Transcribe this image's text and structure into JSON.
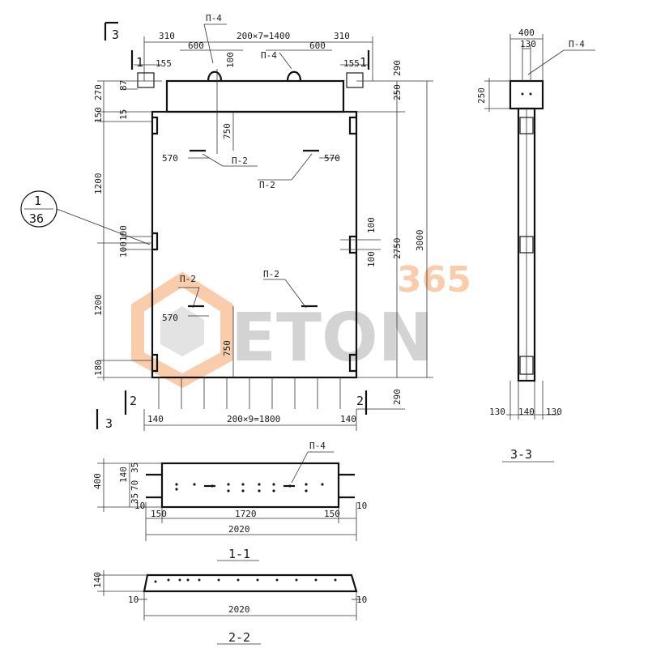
{
  "front_view": {
    "top_overall": "200×7=1400",
    "top_left_310": "310",
    "top_right_310": "310",
    "top_600_left": "600",
    "top_600_right": "600",
    "top_155_left": "155",
    "top_155_right": "155",
    "top_100": "100",
    "bottom_overall": "200×9=1800",
    "bottom_140_left": "140",
    "bottom_140_right": "140",
    "left_270": "270",
    "left_150": "150",
    "left_87": "87",
    "left_15": "15",
    "left_1200_top": "1200",
    "left_100a": "100",
    "left_100b": "100",
    "left_1200_bottom": "1200",
    "left_180": "180",
    "right_290_top": "290",
    "right_250": "250",
    "right_2750": "2750",
    "right_3000": "3000",
    "right_290_bottom": "290",
    "right_100a": "100",
    "right_100b": "100",
    "inner_750_top": "750",
    "inner_750_bottom": "750",
    "inner_570_1": "570",
    "inner_570_2": "570",
    "inner_570_3": "570",
    "tag_p4_top": "П-4",
    "tag_p4_mid": "П-4",
    "tag_p2_1": "П-2",
    "tag_p2_2": "П-2",
    "tag_p2_3": "П-2",
    "tag_p2_4": "П-2",
    "ref_num": "1",
    "ref_den": "36",
    "cut_3_top": "3",
    "cut_3_bottom": "3",
    "cut_1_left": "1",
    "cut_1_right": "1",
    "cut_2_left": "2",
    "cut_2_right": "2"
  },
  "section_3_3": {
    "title": "3-3",
    "top_width": "400",
    "top_inner": "130",
    "height_250": "250",
    "tag_p4": "П-4",
    "bottom_130_left": "130",
    "bottom_140": "140",
    "bottom_130_right": "130"
  },
  "section_1_1": {
    "title": "1-1",
    "height_400": "400",
    "d_140": "140",
    "d_35a": "35",
    "d_70": "70",
    "d_35b": "35",
    "d_10_left": "10",
    "d_10_right": "10",
    "d_150_left": "150",
    "d_1720": "1720",
    "d_150_right": "150",
    "total_2020": "2020",
    "tag_p4": "П-4"
  },
  "section_2_2": {
    "title": "2-2",
    "height_140": "140",
    "d_10_left": "10",
    "d_10_right": "10",
    "total_2020": "2020"
  },
  "watermark": {
    "word": "ETON",
    "number": "365",
    "orange": "#f5a36a",
    "gray": "#9a9a9a"
  }
}
